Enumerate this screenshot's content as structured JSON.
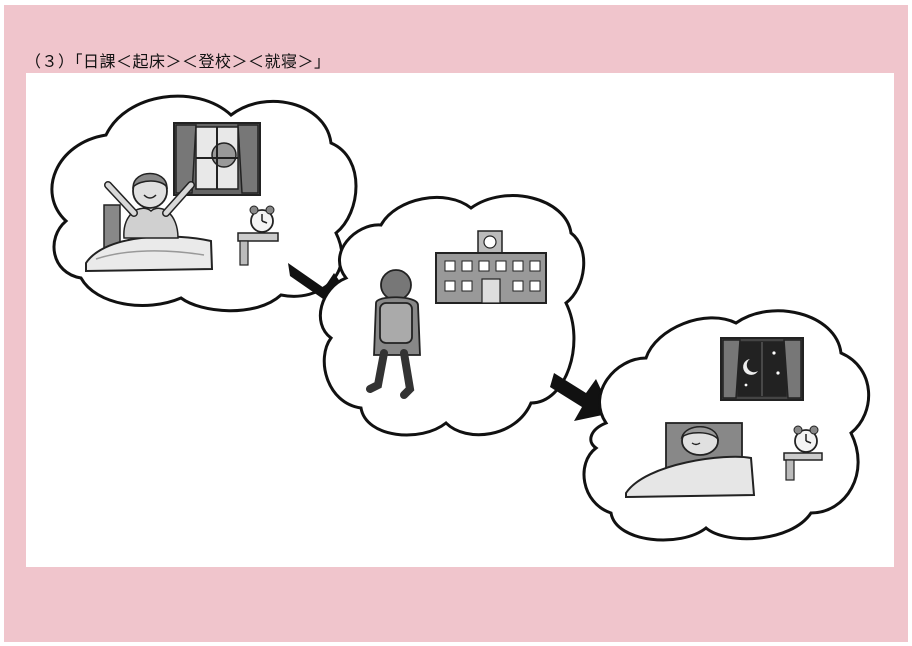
{
  "heading": "（３）「日課＜起床＞＜登校＞＜就寝＞」",
  "colors": {
    "background": "#f0c5cc",
    "panel": "#ffffff",
    "ink": "#111111"
  },
  "scenes": [
    {
      "name": "wake-up",
      "icons": [
        "window-sun-icon",
        "boy-stretching-icon",
        "bed-icon",
        "alarm-clock-icon"
      ]
    },
    {
      "name": "go-to-school",
      "icons": [
        "school-building-icon",
        "student-with-backpack-icon"
      ]
    },
    {
      "name": "bedtime",
      "icons": [
        "window-moon-stars-icon",
        "boy-sleeping-icon",
        "bed-icon",
        "alarm-clock-icon"
      ]
    }
  ]
}
